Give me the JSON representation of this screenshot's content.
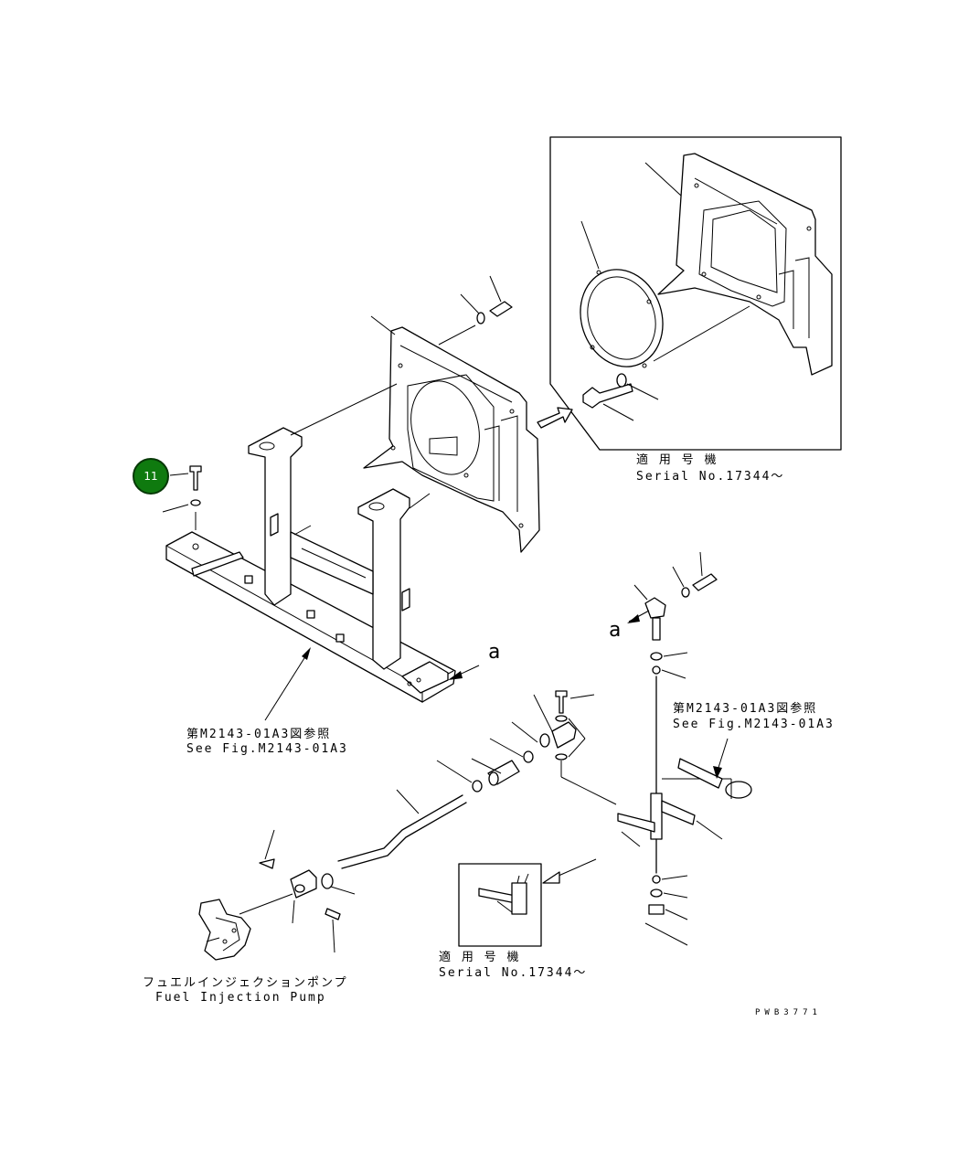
{
  "callout": {
    "number": "11",
    "color": "#0f7a0f"
  },
  "labels": {
    "serial_top_jp": "適 用 号 機",
    "serial_top_en": "Serial No.17344～",
    "see_fig_left_jp": "第M2143-01A3図参照",
    "see_fig_left_en": "See Fig.M2143-01A3",
    "see_fig_right_jp": "第M2143-01A3図参照",
    "see_fig_right_en": "See Fig.M2143-01A3",
    "serial_bottom_jp": "適 用 号 機",
    "serial_bottom_en": "Serial No.17344～",
    "pump_jp": "フュエルインジェクションポンプ",
    "pump_en": "Fuel Injection Pump",
    "detail_a_left": "a",
    "detail_a_right": "a",
    "drawing_id": "PWB3771"
  }
}
